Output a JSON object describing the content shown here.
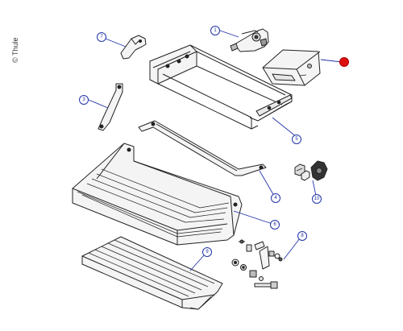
{
  "copyright": "© Thule",
  "callouts": [
    {
      "id": "1",
      "label": "1"
    },
    {
      "id": "2",
      "label": ""
    },
    {
      "id": "3",
      "label": "3"
    },
    {
      "id": "4",
      "label": "4"
    },
    {
      "id": "5",
      "label": "5"
    },
    {
      "id": "6",
      "label": "6"
    },
    {
      "id": "7",
      "label": "7"
    },
    {
      "id": "8",
      "label": "8"
    },
    {
      "id": "9",
      "label": "9"
    },
    {
      "id": "10",
      "label": "10"
    }
  ],
  "colors": {
    "line": "#222222",
    "callout": "#2233aa",
    "highlight": "#dd1111",
    "metal_fill": "#f2f2f2",
    "dark_fill": "#555555"
  }
}
